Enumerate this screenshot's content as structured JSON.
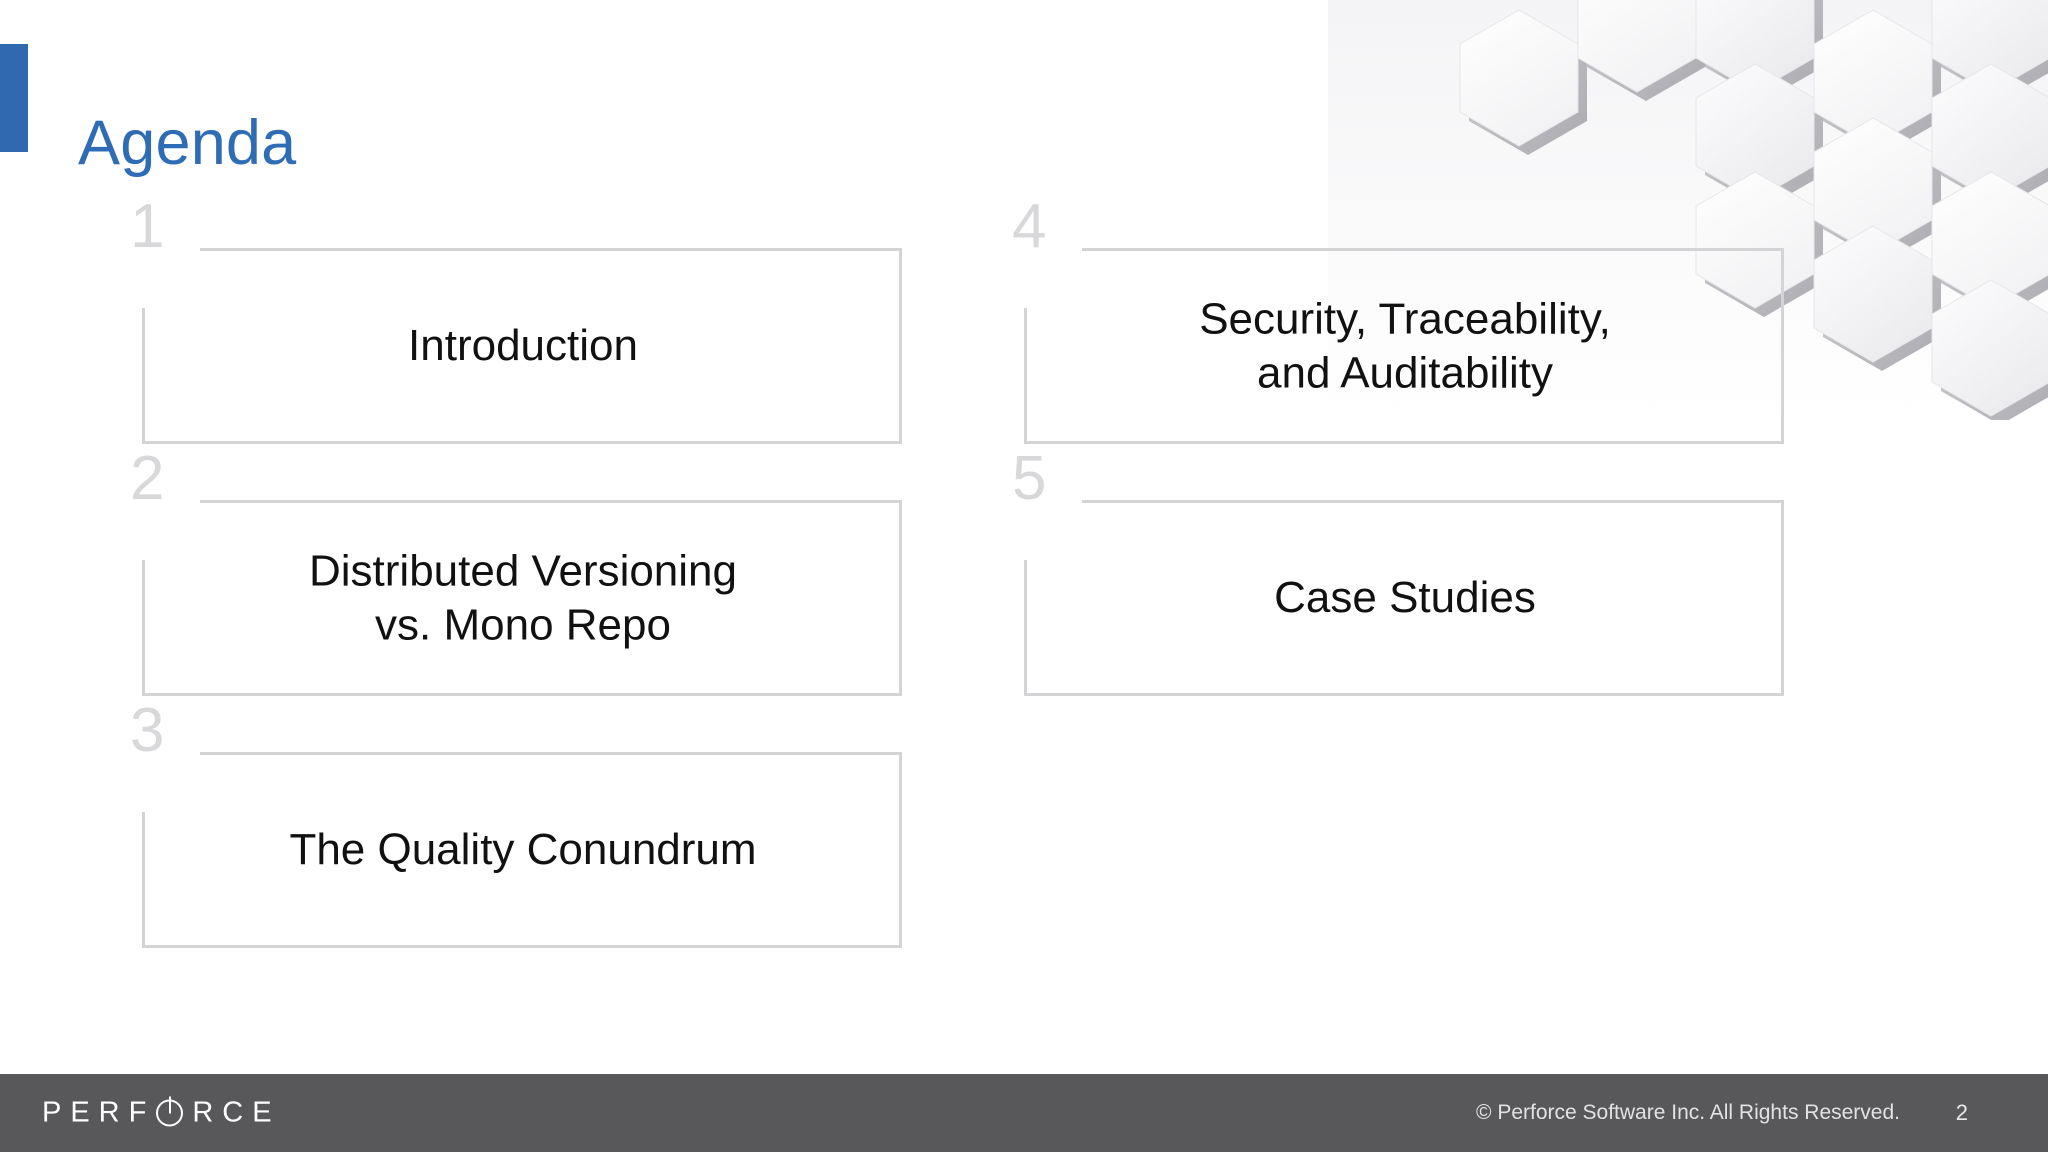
{
  "slide": {
    "title": "Agenda",
    "accent_color": "#3069b0",
    "title_color": "#2e6cb5",
    "background_color": "#ffffff"
  },
  "agenda": {
    "left_column": [
      {
        "number": "1",
        "label": "Introduction"
      },
      {
        "number": "2",
        "label": "Distributed Versioning\nvs. Mono Repo"
      },
      {
        "number": "3",
        "label": "The Quality Conundrum"
      }
    ],
    "right_column": [
      {
        "number": "4",
        "label": "Security, Traceability,\nand Auditability"
      },
      {
        "number": "5",
        "label": "Case Studies"
      }
    ],
    "frame_color": "#d4d4d6",
    "number_color": "#d8d8da",
    "label_color": "#111111"
  },
  "decoration": {
    "name": "hexagon-pattern",
    "position": "top-right"
  },
  "footer": {
    "background_color": "#58585b",
    "logo_text_before": "PERF",
    "logo_mark": "O",
    "logo_text_after": "RCE",
    "copyright": "© Perforce Software Inc. All Rights Reserved.",
    "page_number": "2"
  }
}
